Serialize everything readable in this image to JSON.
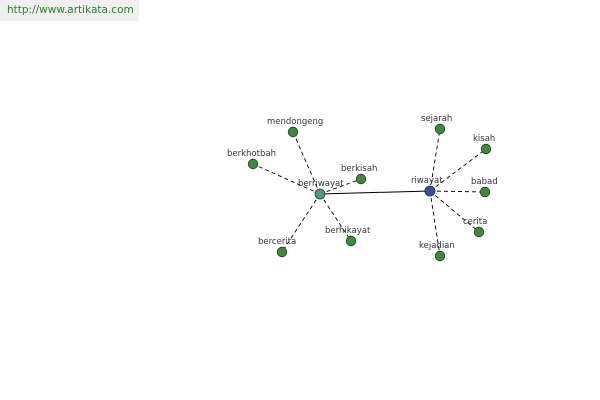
{
  "header": {
    "url": "http://www.artikata.com"
  },
  "colors": {
    "leaf_node": "#3d8a3d",
    "hub_berriwayat": "#4f9a8a",
    "hub_riwayat": "#3c4f9c",
    "edge": "#000000"
  },
  "graph": {
    "hubs": [
      {
        "id": "berriwayat",
        "label": "berriwayat"
      },
      {
        "id": "riwayat",
        "label": "riwayat"
      }
    ],
    "leaves": [
      {
        "id": "mendongeng",
        "label": "mendongeng",
        "hub": "berriwayat"
      },
      {
        "id": "berkhotbah",
        "label": "berkhotbah",
        "hub": "berriwayat"
      },
      {
        "id": "berkisah",
        "label": "berkisah",
        "hub": "berriwayat"
      },
      {
        "id": "bercerita",
        "label": "bercerita",
        "hub": "berriwayat"
      },
      {
        "id": "berhikayat",
        "label": "berhikayat",
        "hub": "berriwayat"
      },
      {
        "id": "sejarah",
        "label": "sejarah",
        "hub": "riwayat"
      },
      {
        "id": "kisah",
        "label": "kisah",
        "hub": "riwayat"
      },
      {
        "id": "babad",
        "label": "babad",
        "hub": "riwayat"
      },
      {
        "id": "cerita",
        "label": "cerita",
        "hub": "riwayat"
      },
      {
        "id": "kejadian",
        "label": "kejadian",
        "hub": "riwayat"
      }
    ],
    "hub_link": {
      "from": "berriwayat",
      "to": "riwayat"
    }
  }
}
